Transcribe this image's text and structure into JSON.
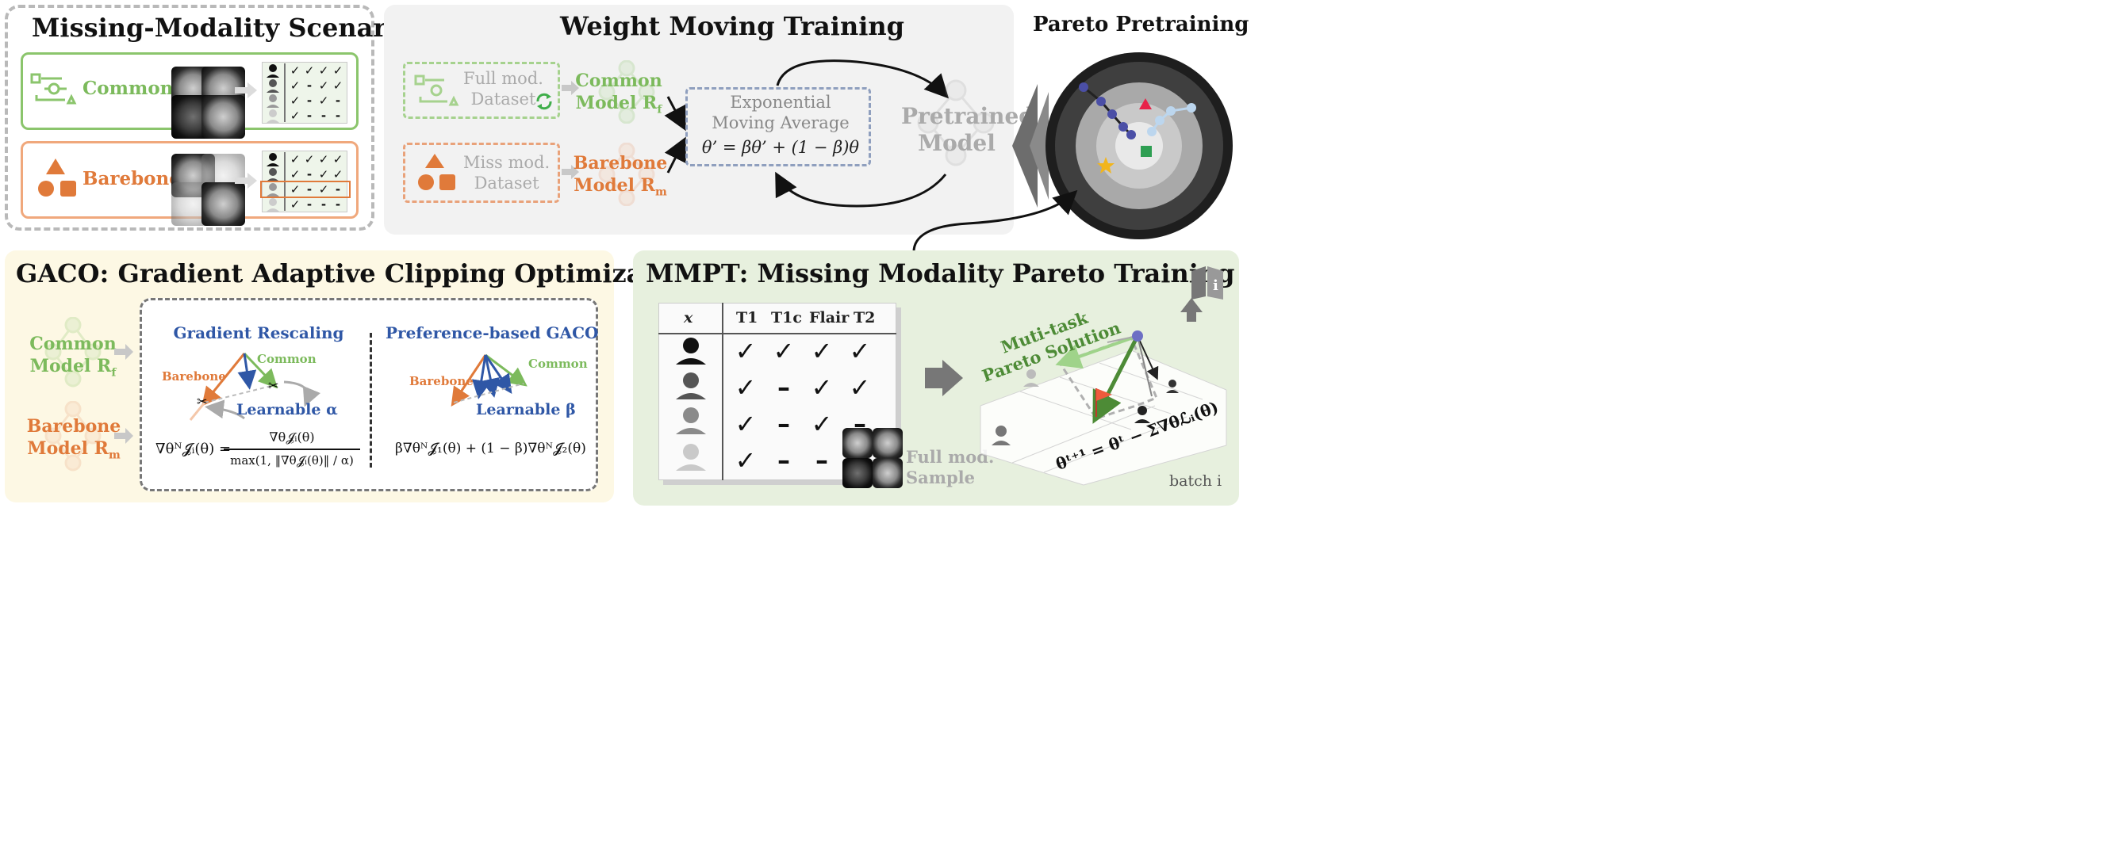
{
  "scenario": {
    "title": "Missing-Modality Scenario",
    "common_label": "Common",
    "barebone_label": "Barebone",
    "common_table": [
      [
        "✓",
        "✓",
        "✓",
        "✓"
      ],
      [
        "✓",
        "-",
        "✓",
        "✓"
      ],
      [
        "✓",
        "-",
        "✓",
        "-"
      ],
      [
        "✓",
        "-",
        "-",
        "-"
      ]
    ],
    "barebone_table": [
      [
        "✓",
        "✓",
        "✓",
        "✓"
      ],
      [
        "✓",
        "-",
        "✓",
        "✓"
      ],
      [
        "✓",
        "-",
        "✓",
        "-"
      ],
      [
        "✓",
        "-",
        "-",
        "-"
      ]
    ]
  },
  "wmt": {
    "title": "Weight Moving Training",
    "full_dataset": [
      "Full mod.",
      "Dataset"
    ],
    "miss_dataset": [
      "Miss mod.",
      "Dataset"
    ],
    "common_model": [
      "Common",
      "Model R"
    ],
    "common_sub": "f",
    "barebone_model": [
      "Barebone",
      "Model R"
    ],
    "barebone_sub": "m",
    "ema": [
      "Exponential",
      "Moving Average"
    ],
    "ema_formula": "θ’ = βθ’ + (1 − β)θ",
    "pretrained": [
      "Pretrained",
      "Model"
    ]
  },
  "pareto": {
    "title": "Pareto Pretraining"
  },
  "gaco": {
    "title": "GACO: Gradient Adaptive Clipping Optimization",
    "common_model": [
      "Common",
      "Model R"
    ],
    "common_sub": "f",
    "barebone_model": [
      "Barebone",
      "Model R"
    ],
    "barebone_sub": "m",
    "rescaling_title": "Gradient Rescaling",
    "preference_title": "Preference-based GACO",
    "barebone_lbl": "Barebone",
    "common_lbl": "Common",
    "learnable_alpha": "Learnable α",
    "learnable_beta": "Learnable β",
    "formula_lhs": "∇θᴺ𝓙ᵢ(θ) =",
    "formula_num": "∇θ𝓙ᵢ(θ)",
    "formula_den": "max(1, ‖∇θ𝓙ᵢ(θ)‖ / α)",
    "formula_pref": "β∇θᴺ𝓙₁(θ) + (1 − β)∇θᴺ𝓙₂(θ)"
  },
  "mmpt": {
    "title": "MMPT: Missing Modality Pareto Training",
    "headers": [
      "x",
      "T1",
      "T1c",
      "Flair",
      "T2"
    ],
    "rows": [
      [
        "✓",
        "✓",
        "✓",
        "✓"
      ],
      [
        "✓",
        "–",
        "✓",
        "✓"
      ],
      [
        "✓",
        "–",
        "✓",
        "–"
      ],
      [
        "✓",
        "–",
        "–",
        ""
      ]
    ],
    "solution": [
      "Muti-task",
      "Pareto Solution"
    ],
    "full_sample": [
      "Full mod.",
      "Sample"
    ],
    "update_formula": "θᵗ⁺¹ = θᵗ − Σ∇θℒᵢ(θ)",
    "batch": "batch i"
  },
  "colors": {
    "green": "#7cba5c",
    "orange": "#e07a3a",
    "blue": "#2f57a6",
    "gray": "#b5b5b5"
  }
}
